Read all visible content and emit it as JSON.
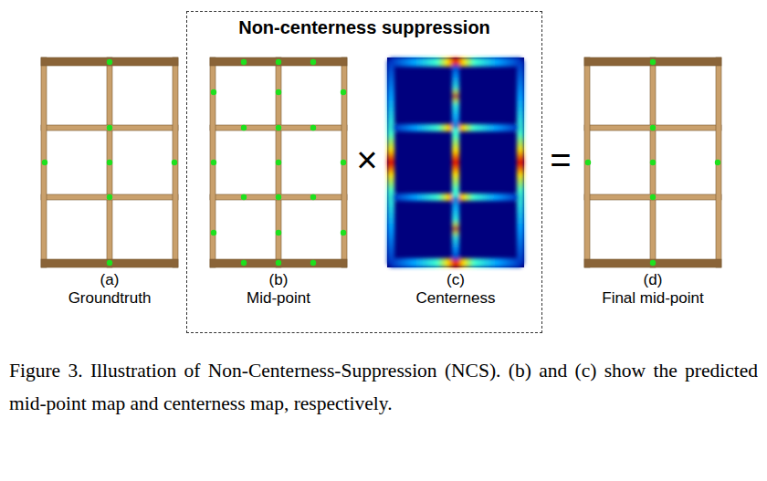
{
  "diagram": {
    "caption": "Figure 3. Illustration of Non-Centerness-Suppression (NCS). (b) and (c) show the predicted mid-point map and centerness map, respectively.",
    "nodes": [
      {
        "text": [
          "Non-centerness suppression"
        ]
      }
    ],
    "labels": [
      "(a)",
      "Groundtruth",
      "(b)",
      "Mid-point",
      "×",
      "(c)",
      "Centerness",
      "=",
      "(d)",
      "Final mid-point"
    ]
  }
}
